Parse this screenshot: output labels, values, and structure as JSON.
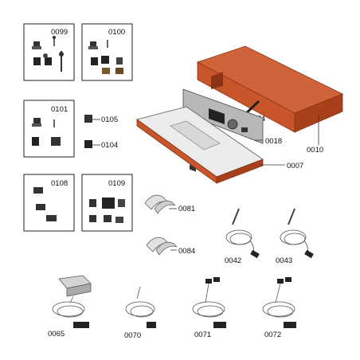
{
  "labels": {
    "p0099": "0099",
    "p0100": "0100",
    "p0101": "0101",
    "p0105": "0105",
    "p0104": "0104",
    "p0108": "0108",
    "p0109": "0109",
    "p0010": "0010",
    "p0074": "0074",
    "p0018": "0018",
    "p0007": "0007",
    "p0081": "0081",
    "p0084": "0084",
    "p0042": "0042",
    "p0043": "0043",
    "p0065": "0065",
    "p0070": "0070",
    "p0071": "0071",
    "p0072": "0072"
  },
  "colors": {
    "housing_orange": "#c9552b",
    "housing_dark": "#a8401c",
    "part_dark": "#222222",
    "panel_gray": "#9a9a9a"
  }
}
